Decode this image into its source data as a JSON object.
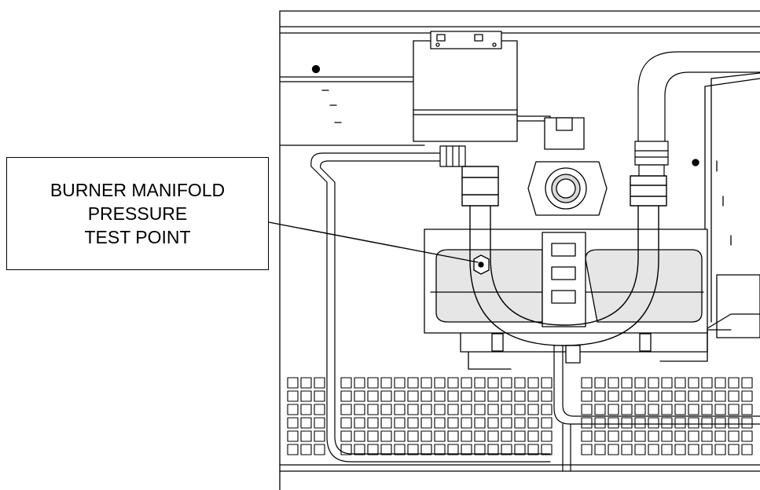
{
  "callout": {
    "lines": [
      "BURNER MANIFOLD",
      "PRESSURE",
      "TEST POINT"
    ]
  },
  "colors": {
    "ink": "#000000",
    "paper": "#ffffff",
    "shade": "#d9d9d9"
  }
}
